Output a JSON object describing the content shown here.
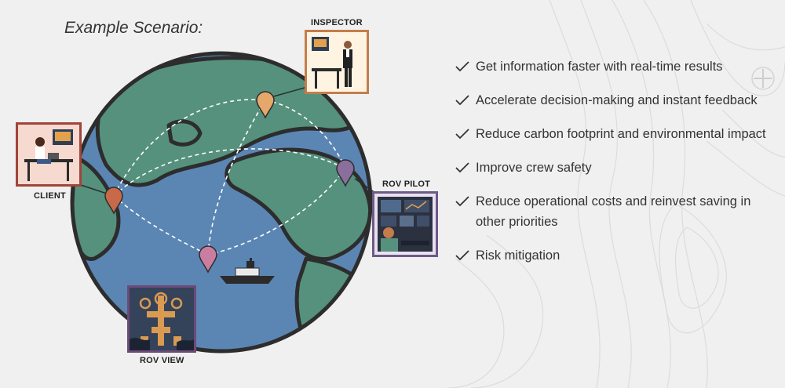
{
  "title": "Example Scenario:",
  "roles": {
    "inspector": "INSPECTOR",
    "client": "CLIENT",
    "rov_pilot": "ROV PILOT",
    "rov_view": "ROV VIEW"
  },
  "benefits": [
    "Get information faster with real-time results",
    "Accelerate decision-making and instant feedback",
    "Reduce carbon footprint and environmental impact",
    "Improve crew safety",
    "Reduce operational costs and reinvest saving in other priorities",
    "Risk mitigation"
  ],
  "colors": {
    "ocean": "#5b86b4",
    "land": "#55917d",
    "outline": "#2d2d2d",
    "pin_client": "#c8694a",
    "pin_inspector": "#e6a86a",
    "pin_pilot": "#8a6e9c",
    "pin_view": "#c97da0"
  },
  "icons": [
    "check-icon",
    "map-pin-icon",
    "ship-icon",
    "plus-icon"
  ]
}
